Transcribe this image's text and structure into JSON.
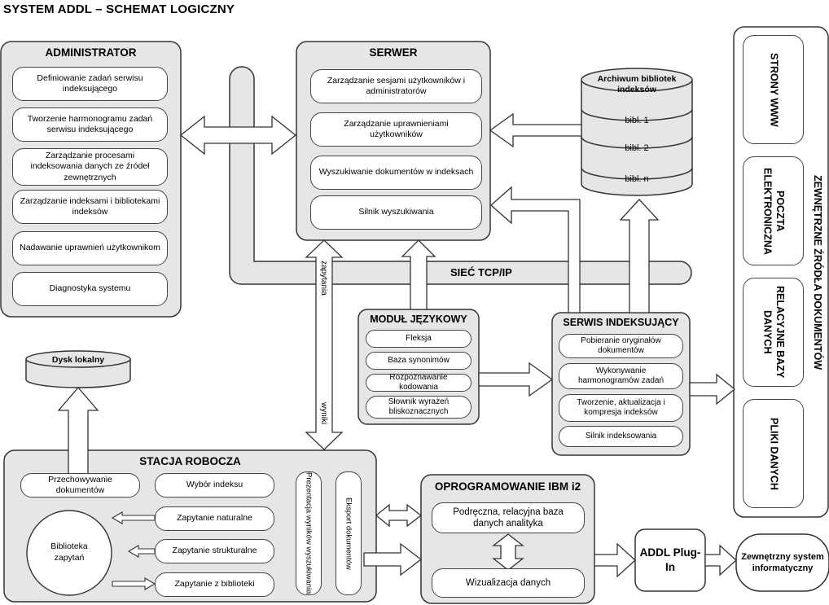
{
  "title": "SYSTEM ADDL – SCHEMAT LOGICZNY",
  "administrator": {
    "title": "ADMINISTRATOR",
    "items": [
      "Definiowanie zadań serwisu indeksującego",
      "Tworzenie harmonogramu zadań serwisu indeksującego",
      "Zarządzanie procesami indeksowania danych ze źródeł zewnętrznych",
      "Zarządzanie indeksami i bibliotekami indeksów",
      "Nadawanie uprawnień użytkownikom",
      "Diagnostyka systemu"
    ]
  },
  "serwer": {
    "title": "SERWER",
    "items": [
      "Zarządzanie sesjami użytkowników i administratorów",
      "Zarządzanie uprawnieniami użytkowników",
      "Wyszukiwanie dokumentów w indeksach",
      "Silnik wyszukiwania"
    ]
  },
  "archiwum": {
    "title": "Archiwum bibliotek indeksów",
    "items": [
      "bibl. 1",
      "bibl. 2",
      "bibl. n"
    ]
  },
  "zewnetrzne": {
    "title": "ZEWNĘTRZNE ŹRÓDŁA DOKUMENTÓW",
    "items": [
      "STRONY WWW",
      "POCZTA ELEKTRONICZNA",
      "RELACYJNE BAZY DANYCH",
      "PLIKI DANYCH"
    ]
  },
  "siec": "SIEĆ TCP/IP",
  "modul": {
    "title": "MODUŁ JĘZYKOWY",
    "items": [
      "Fleksja",
      "Baza synonimów",
      "Rozpoznawanie kodowania",
      "Słownik wyrażeń bliskoznacznych"
    ]
  },
  "serwis": {
    "title": "SERWIS INDEKSUJĄCY",
    "items": [
      "Pobieranie oryginałów dokumentów",
      "Wykonywanie harmonogramów zadań",
      "Tworzenie, aktualizacja i kompresja indeksów",
      "Silnik indeksowania"
    ]
  },
  "dysk": "Dysk lokalny",
  "zapytania": "zapytania",
  "wyniki": "wyniki",
  "stacja": {
    "title": "STACJA ROBOCZA",
    "przechowywanie": "Przechowywanie dokumentów",
    "wybor": "Wybór indeksu",
    "biblioteka": "Biblioteka zapytań",
    "zapytania": [
      "Zapytanie naturalne",
      "Zapytanie strukturalne",
      "Zapytanie z biblioteki"
    ],
    "prezentacja": "Prezentacja wyników wyszukiwania",
    "eksport": "Eksport dokumentów"
  },
  "ibm": {
    "title": "OPROGRAMOWANIE IBM i2",
    "baza": "Podręczna, relacyjna baza danych analityka",
    "wizualizacja": "Wizualizacja danych"
  },
  "plugin": "ADDL Plug-In",
  "zewnetrzny_system": "Zewnętrzny system informatyczny"
}
